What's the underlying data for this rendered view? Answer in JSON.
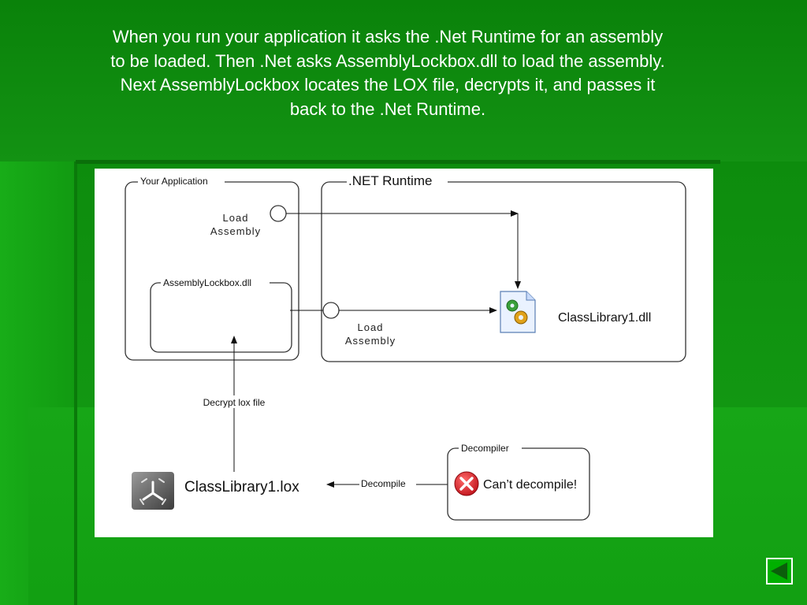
{
  "caption": "When you run your application it asks the .Net Runtime for an assembly\nto be loaded. Then .Net asks AssemblyLockbox.dll to load the assembly.\nNext AssemblyLockbox locates the LOX file, decrypts it, and passes it\nback to the .Net Runtime.",
  "diagram": {
    "your_application_label": "Your Application",
    "net_runtime_label": ".NET Runtime",
    "load_assembly_1": [
      "Load",
      "Assembly"
    ],
    "assemblylockbox_label": "AssemblyLockbox.dll",
    "load_assembly_2": [
      "Load",
      "Assembly"
    ],
    "classlibrary_dll_label": "ClassLibrary1.dll",
    "decrypt_label": "Decrypt lox file",
    "classlibrary_lox_label": "ClassLibrary1.lox",
    "decompile_label": "Decompile",
    "decompiler_label": "Decompiler",
    "cant_decompile_label": "Can’t decompile!"
  },
  "colors": {
    "accent_green": "#00b000",
    "error_red": "#d8232a"
  },
  "icons": {
    "dll": "dll-file-icon",
    "lox": "lox-file-icon",
    "error": "error-x-icon",
    "nav": "back-arrow-icon"
  }
}
